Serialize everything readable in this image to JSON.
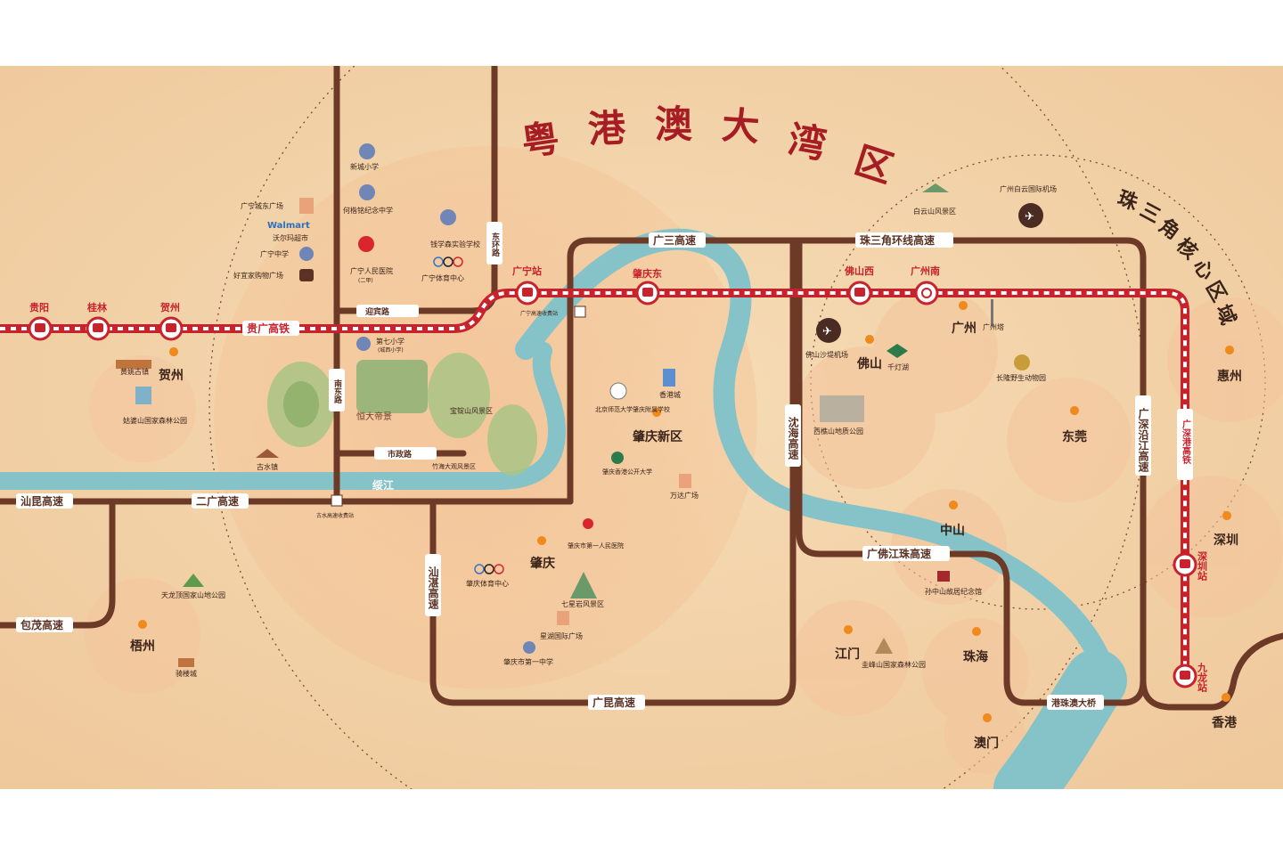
{
  "title_chars": [
    "粤",
    "港",
    "澳",
    "大",
    "湾",
    "区"
  ],
  "core_region_chars": [
    "珠",
    "三",
    "角",
    "核",
    "心",
    "区",
    "域"
  ],
  "roads": {
    "guangsan": "广三高速",
    "zhusanjiao_ring": "珠三角环线高速",
    "shankun": "汕昆高速",
    "erguang": "二广高速",
    "baomao": "包茂高速",
    "guangkun": "广昆高速",
    "guangfojiang": "广佛江珠高速",
    "gangzhuao_bridge": "港珠澳大桥",
    "shanzhan": "汕湛高速",
    "shenhai": "沈海高速",
    "guangshen_coastal": "广深沿江高速",
    "guangshengang_rail": "广深港高铁",
    "guiguang_rail": "贵广高铁",
    "yingbin_rd": "迎宾路",
    "shizheng_rd": "市政路",
    "nandong_rd": "南东路",
    "dong_ring_rd": "东环路",
    "suijiang": "绥江"
  },
  "stations": {
    "guiyang": "贵阳",
    "guilin": "桂林",
    "hezhou": "贺州",
    "guangning": "广宁站",
    "zhaoqingdong": "肇庆东",
    "foshanxi": "佛山西",
    "guangzhounan": "广州南",
    "shenzhen": "深圳站",
    "jiulong": "九龙站"
  },
  "cities": {
    "hezhou": "贺州",
    "wuzhou": "梧州",
    "zhaoqing": "肇庆",
    "zhaoqing_new": "肇庆新区",
    "foshan": "佛山",
    "guangzhou": "广州",
    "dongguan": "东莞",
    "huizhou": "惠州",
    "shenzhen": "深圳",
    "xianggang": "香港",
    "zhongshan": "中山",
    "jiangmen": "江门",
    "zhuhai": "珠海",
    "aomen": "澳门"
  },
  "pois": {
    "xincheng_school": "新城小学",
    "hejiaming_school": "何楷铭纪念中学",
    "guangning_east_plaza": "广宁城东广场",
    "walmart_brand": "Walmart",
    "walmart": "沃尔玛超市",
    "guangning_middle": "广宁中学",
    "haoyijia": "好宜家购物广场",
    "hospital": "广宁人民医院",
    "hospital_sub": "(二甲)",
    "qianxuesen": "钱学森实验学校",
    "sports_center": "广宁体育中心",
    "toll_station": "广宁高速收费站",
    "no7_school": "第七小学",
    "no7_school_sub": "(城西小学)",
    "project": "恒大帝景",
    "baojinshan": "宝锭山风景区",
    "gushui_town": "古水镇",
    "bamboo_sea": "竹海大观风景区",
    "gushui_toll": "古水高速收费站",
    "huangyao": "黄姚古镇",
    "guposhan": "姑婆山国家森林公园",
    "tianlongding": "天龙顶国家山地公园",
    "qilou": "骑楼城",
    "bnu_school": "北京师范大学肇庆附属学校",
    "xiangang_city": "香港城",
    "ou_hk": "肇庆香港公开大学",
    "wanda": "万达广场",
    "first_hospital": "肇庆市第一人民医院",
    "zq_sports": "肇庆体育中心",
    "qixingyan": "七星岩风景区",
    "xinghu_plaza": "星湖国际广场",
    "zq_no1_middle": "肇庆市第一中学",
    "baiyun_airport": "广州白云国际机场",
    "baiyunshan": "白云山风景区",
    "shadi_airport": "佛山沙堤机场",
    "qiandeng_lake": "千灯湖",
    "canton_tower": "广州塔",
    "chimelong": "长隆野生动物园",
    "xiqiao": "西樵山地质公园",
    "sun_memorial": "孙中山故居纪念馆",
    "guifengshan": "圭峰山国家森林公园"
  },
  "colors": {
    "background": "#f3d3ab",
    "road": "#6e3a28",
    "rail": "#c8232c",
    "river": "#85c3c9",
    "title": "#a61d24",
    "circle": "#f6c9a2"
  }
}
